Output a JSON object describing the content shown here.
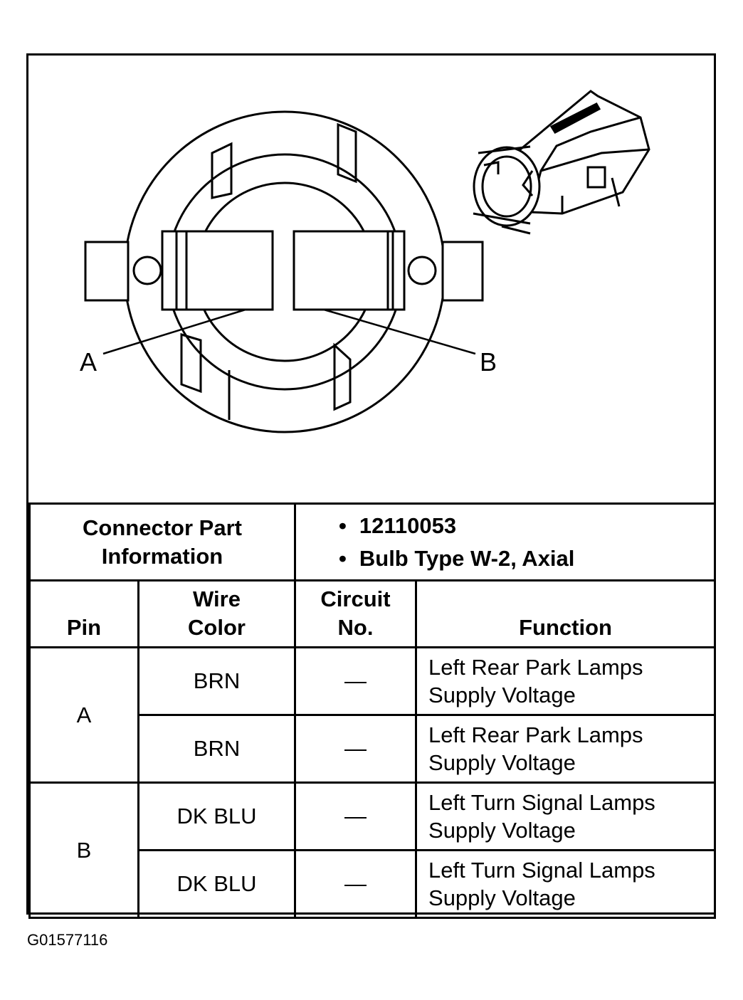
{
  "diagram": {
    "callouts": {
      "a": "A",
      "b": "B"
    }
  },
  "info": {
    "label_line1": "Connector Part",
    "label_line2": "Information",
    "values": [
      "12110053",
      "Bulb Type W-2, Axial"
    ]
  },
  "columns": {
    "pin": "Pin",
    "wire_line1": "Wire",
    "wire_line2": "Color",
    "circuit_line1": "Circuit",
    "circuit_line2": "No.",
    "function": "Function"
  },
  "pins": [
    {
      "pin": "A",
      "rows": [
        {
          "wire": "BRN",
          "circuit": "—",
          "func_line1": "Left Rear Park Lamps",
          "func_line2": "Supply Voltage"
        },
        {
          "wire": "BRN",
          "circuit": "—",
          "func_line1": "Left Rear Park Lamps",
          "func_line2": "Supply Voltage"
        }
      ]
    },
    {
      "pin": "B",
      "rows": [
        {
          "wire": "DK BLU",
          "circuit": "—",
          "func_line1": "Left Turn Signal Lamps",
          "func_line2": "Supply Voltage"
        },
        {
          "wire": "DK BLU",
          "circuit": "—",
          "func_line1": "Left Turn Signal Lamps",
          "func_line2": "Supply Voltage"
        }
      ]
    }
  ],
  "caption": "G01577116"
}
